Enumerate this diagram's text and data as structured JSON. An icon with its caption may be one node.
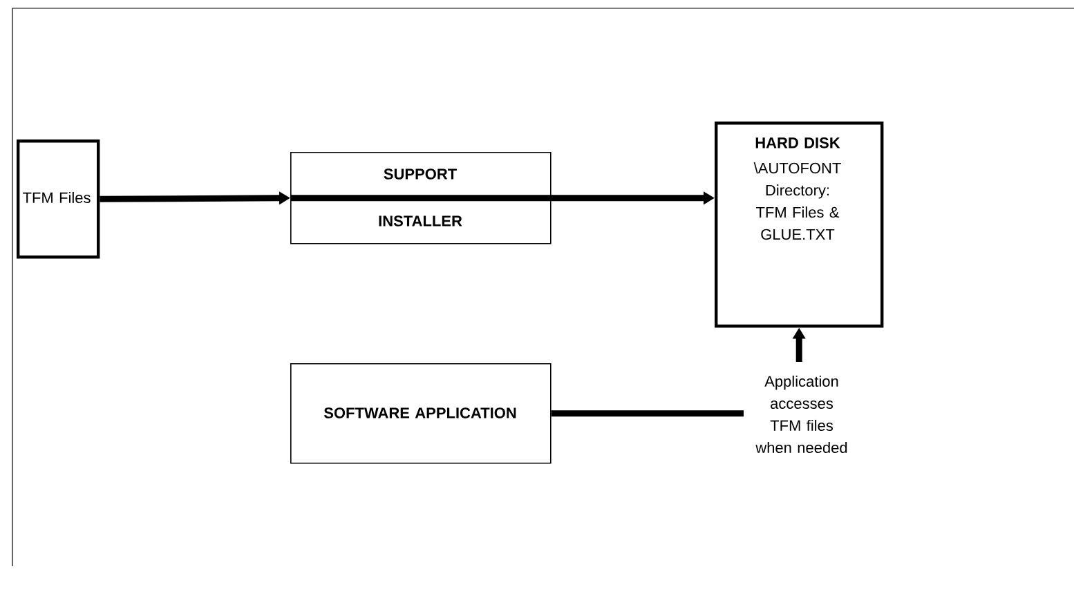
{
  "diagram": {
    "nodes": [
      {
        "text": [
          "TFM Files"
        ]
      },
      {
        "text": [
          "SUPPORT",
          "INSTALLER"
        ]
      },
      {
        "text": [
          "HARD DISK",
          "\\AUTOFONT Directory: TFM Files & GLUE.TXT"
        ]
      },
      {
        "text": [
          "SOFTWARE APPLICATION"
        ]
      },
      {
        "text": [
          "Application accesses TFM files when needed"
        ]
      }
    ],
    "edges": [
      {
        "from": 0,
        "to": 1,
        "arrow": "to"
      },
      {
        "from": 1,
        "to": 2,
        "arrow": "to"
      },
      {
        "from": 3,
        "to": 4,
        "arrow": "none"
      },
      {
        "from": 4,
        "to": 2,
        "arrow": "to"
      }
    ]
  }
}
